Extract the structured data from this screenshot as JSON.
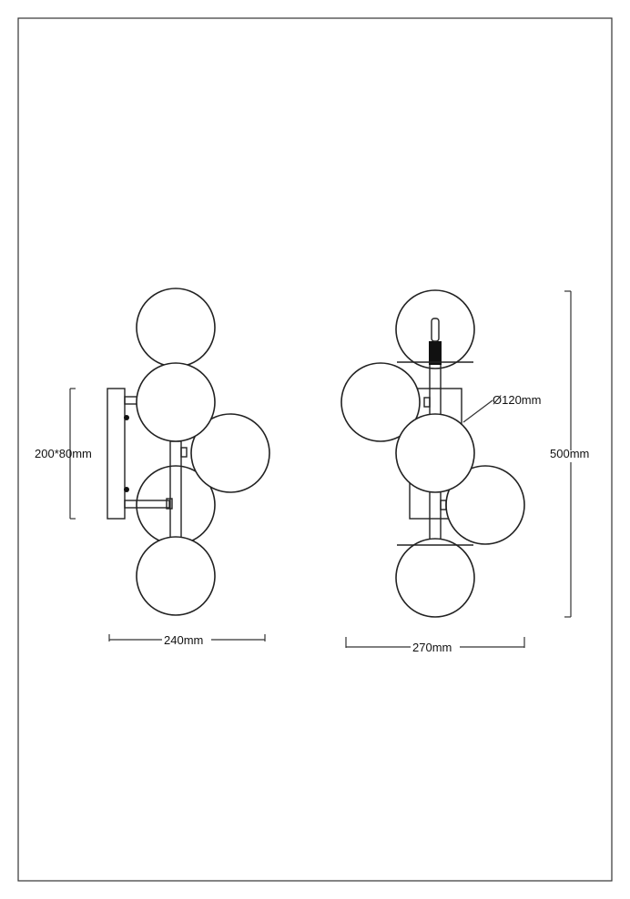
{
  "drawing": {
    "side_view": {
      "backplate_dimension": "200*80mm",
      "width_dimension": "240mm"
    },
    "front_view": {
      "globe_diameter": "Ø120mm",
      "height_dimension": "500mm",
      "width_dimension": "270mm"
    }
  }
}
